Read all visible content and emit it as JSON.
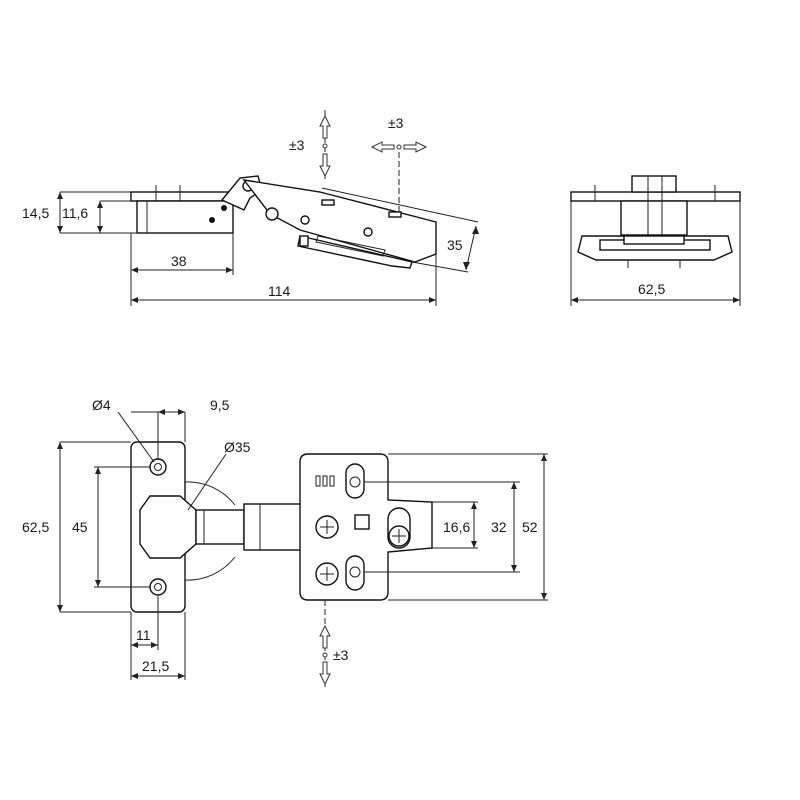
{
  "dimensions": {
    "side_height_outer": "14,5",
    "side_height_inner": "11,6",
    "side_cup_width": "38",
    "side_total_length": "114",
    "side_arm_height": "35",
    "end_width": "62,5",
    "hole_diameter": "Ø4",
    "hole_offset": "9,5",
    "cup_diameter": "Ø35",
    "plate_height": "62,5",
    "hole_spacing": "45",
    "cup_offset": "11",
    "plate_width": "21,5",
    "mount_inner": "16,6",
    "mount_hole_spacing": "32",
    "mount_height": "52"
  },
  "adjustments": {
    "vertical": "±3",
    "horizontal": "±3",
    "depth": "±3"
  },
  "colors": {
    "line": "#111111",
    "background": "#ffffff"
  }
}
